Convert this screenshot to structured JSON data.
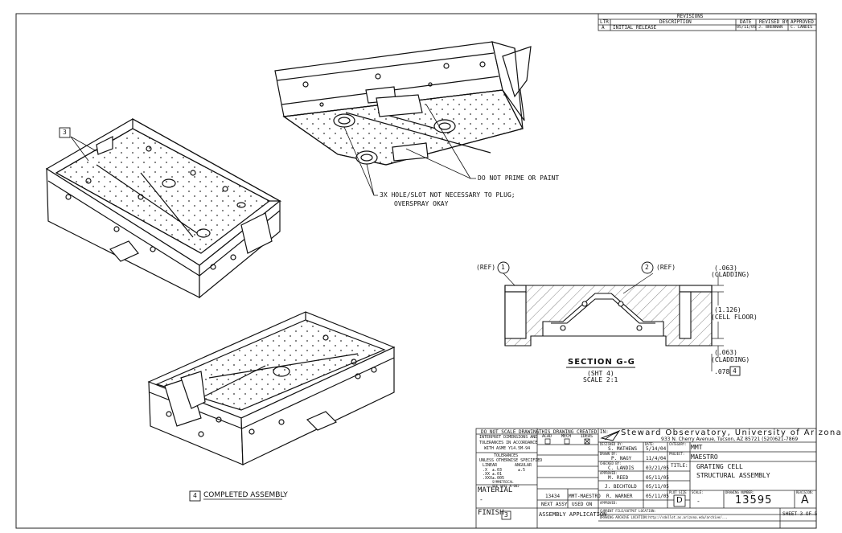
{
  "revisions": {
    "title": "REVISIONS",
    "headers": [
      "LTR",
      "DESCRIPTION",
      "DATE",
      "REVISED BY",
      "APPROVED"
    ],
    "rows": [
      [
        "A",
        "INITIAL RELEASE",
        "05/11/05",
        "J. BRENNAN",
        "C. LANDIS"
      ]
    ]
  },
  "notes": {
    "callout_3": "3",
    "no_prime": "DO NOT PRIME OR PAINT",
    "plug_line1": "3X HOLE/SLOT NOT NECESSARY TO PLUG;",
    "plug_line2": "OVERSPRAY OKAY"
  },
  "section": {
    "ref1": "(REF)",
    "num1": "1",
    "num2": "2",
    "ref2": "(REF)",
    "dim_top": "(.063)",
    "dim_top_label": "(CLADDING)",
    "dim_mid": "(1.126)",
    "dim_mid_label": "(CELL FLOOR)",
    "dim_bot": "(.063)",
    "dim_bot_label": "(CLADDING)",
    "dim_078": ".078",
    "flag_4": "4",
    "title": "SECTION G-G",
    "sheet_ref": "(SHT 4)",
    "scale": "SCALE 2:1"
  },
  "completed": {
    "num": "4",
    "label": "COMPLETED ASSEMBLY"
  },
  "titleblock": {
    "dns_title": "DO NOT SCALE DRAWING",
    "interpret1": "INTERPRET DIMENSIONS AND",
    "interpret2": "TOLERANCES IN ACCORDANCE",
    "interpret3": "WITH ASME Y14.5M-94",
    "tol_title": "TOLERANCES",
    "tol_sub": "UNLESS OTHERWISE SPECIFIED",
    "linear": "LINEAR",
    "angular": "ANGULAR",
    "tol_x": ".X",
    "tol_x_val": "±.03",
    "tol_xx": ".XX",
    "tol_xx_val": "±.01",
    "tol_xxx": ".XXX",
    "tol_xxx_val": "±.005",
    "tol_ang": "±.5",
    "sym1": "SYMMETRICAL",
    "sym2": "SEE SPEC N-002",
    "material_label": "MATERIAL",
    "material_val": "-",
    "finish_label": "FINISH",
    "finish_flag": "3",
    "created_label": "THIS DRAWING CREATED IN:",
    "created_opts": [
      "ACAD",
      "MECH",
      "IDEAS"
    ],
    "next_assy_num": "13434",
    "next_assy_name": "MMT-MAESTRO",
    "next_assy_label": "NEXT ASSY",
    "used_on_label": "USED ON",
    "assy_app": "ASSEMBLY APPLICATION",
    "org": "Steward Observatory, University of Arizona",
    "address": "933 N. Cherry Avenue, Tucson, AZ 85721  (520)621-7869",
    "designed_by_label": "DESIGNED BY:",
    "designed_by": "S. MATHEWS",
    "date_label": "DATE:",
    "designed_date": "5/14/04",
    "category_label": "CATEGORY:",
    "category": "MMT",
    "drawn_by_label": "DRAWN BY:",
    "drawn_by": "P. NAGY",
    "drawn_date": "11/4/04",
    "project_label": "PROJECT:",
    "project": "MAESTRO",
    "checked_label": "CHECKED BY:",
    "checked_by": "C. LANDIS",
    "checked_date": "03/21/05",
    "title_label": "TITLE:",
    "title1": "GRATING CELL",
    "title2": "STRUCTURAL ASSEMBLY",
    "approved_label": "APPROVED:",
    "approved1": "M. REED",
    "approved1_date": "05/11/05",
    "approved2": "J. BECHTOLD",
    "approved2_date": "05/11/05",
    "approved3": "R. WARNER",
    "approved3_date": "05/11/05",
    "approved4_label": "APPROVED:",
    "plot_size_label": "PLOT SIZE",
    "plot_size": "D",
    "scale_label": "SCALE:",
    "scale": "-",
    "drawing_number_label": "DRAWING NUMBER:",
    "drawing_number": "13595",
    "revision_label": "REVISION:",
    "revision": "A",
    "current_loc": "CURRENT FILE/OUTPUT LOCATION:",
    "archive_loc": "DRAWING ARCHIVE LOCATION:http://sdollot.as.arizona.edu/archive/...",
    "sheet": "SHEET 3 OF 5"
  }
}
